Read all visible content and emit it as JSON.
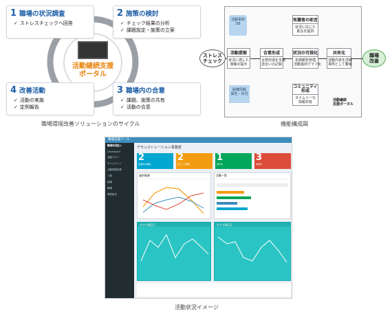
{
  "cycle": {
    "center": "活動継続支援\nポータル",
    "caption": "職場環境改善ソリューションのサイクル",
    "steps": [
      {
        "num": "1",
        "title": "職場の状況調査",
        "items": [
          "ストレスチェックへ回答"
        ]
      },
      {
        "num": "2",
        "title": "施策の検討",
        "items": [
          "チェック結果の分析",
          "課題設定・施策の立案"
        ]
      },
      {
        "num": "3",
        "title": "職場内の合意",
        "items": [
          "課題、施策の共有",
          "活動の合意"
        ]
      },
      {
        "num": "4",
        "title": "改善活動",
        "items": [
          "活動の実施",
          "定例報告"
        ]
      }
    ]
  },
  "diagram": {
    "caption": "機能構成図",
    "start": "ストレス\nチェック",
    "end": "職場\n改善",
    "portal_label": "活動継続\n支援ポータル",
    "db": {
      "title": "活動事例\nDB"
    },
    "blue2": {
      "title": "組織情報\n属性・状況"
    },
    "boxes": [
      {
        "title": "活動提案",
        "body": "状況に適した\n施策の提示"
      },
      {
        "title": "合意形成",
        "body": "合意形成を支援\n話合いの記録"
      },
      {
        "title": "有識者の助言",
        "body": "状況に応じた\n助言を提供"
      },
      {
        "title": "状況の可視化",
        "body": "定期報告管理\n活動進捗グラフ化"
      },
      {
        "title": "コミュニティ\n形成",
        "body": "タイムリーな\n情報共有"
      },
      {
        "title": "共有化",
        "body": "活動内容を詳細\n事例として蓄積"
      }
    ]
  },
  "dashboard": {
    "caption": "活動状況イメージ",
    "app_title": "職場支援ツール",
    "page_title": "デモンストレーション事業部",
    "menu": [
      "職場状況記入",
      "Dashboard",
      "活動サマリ",
      "タイムライン",
      "活動情報記録",
      "人数",
      "組織",
      "職場",
      "環境設定"
    ],
    "cards": [
      {
        "value": "2",
        "label": "実施中の施策",
        "color": "#00a7d0"
      },
      {
        "value": "2",
        "label": "完了した施策",
        "color": "#f39c12"
      },
      {
        "value": "1",
        "label": "進行中",
        "color": "#00a65a"
      },
      {
        "value": "3",
        "label": "未着手",
        "color": "#dd4b39"
      }
    ],
    "panel1_title": "進捗推移",
    "panel2_title": "活動一覧",
    "teal1_title": "グラフ表示1",
    "teal2_title": "グラフ表示2"
  }
}
